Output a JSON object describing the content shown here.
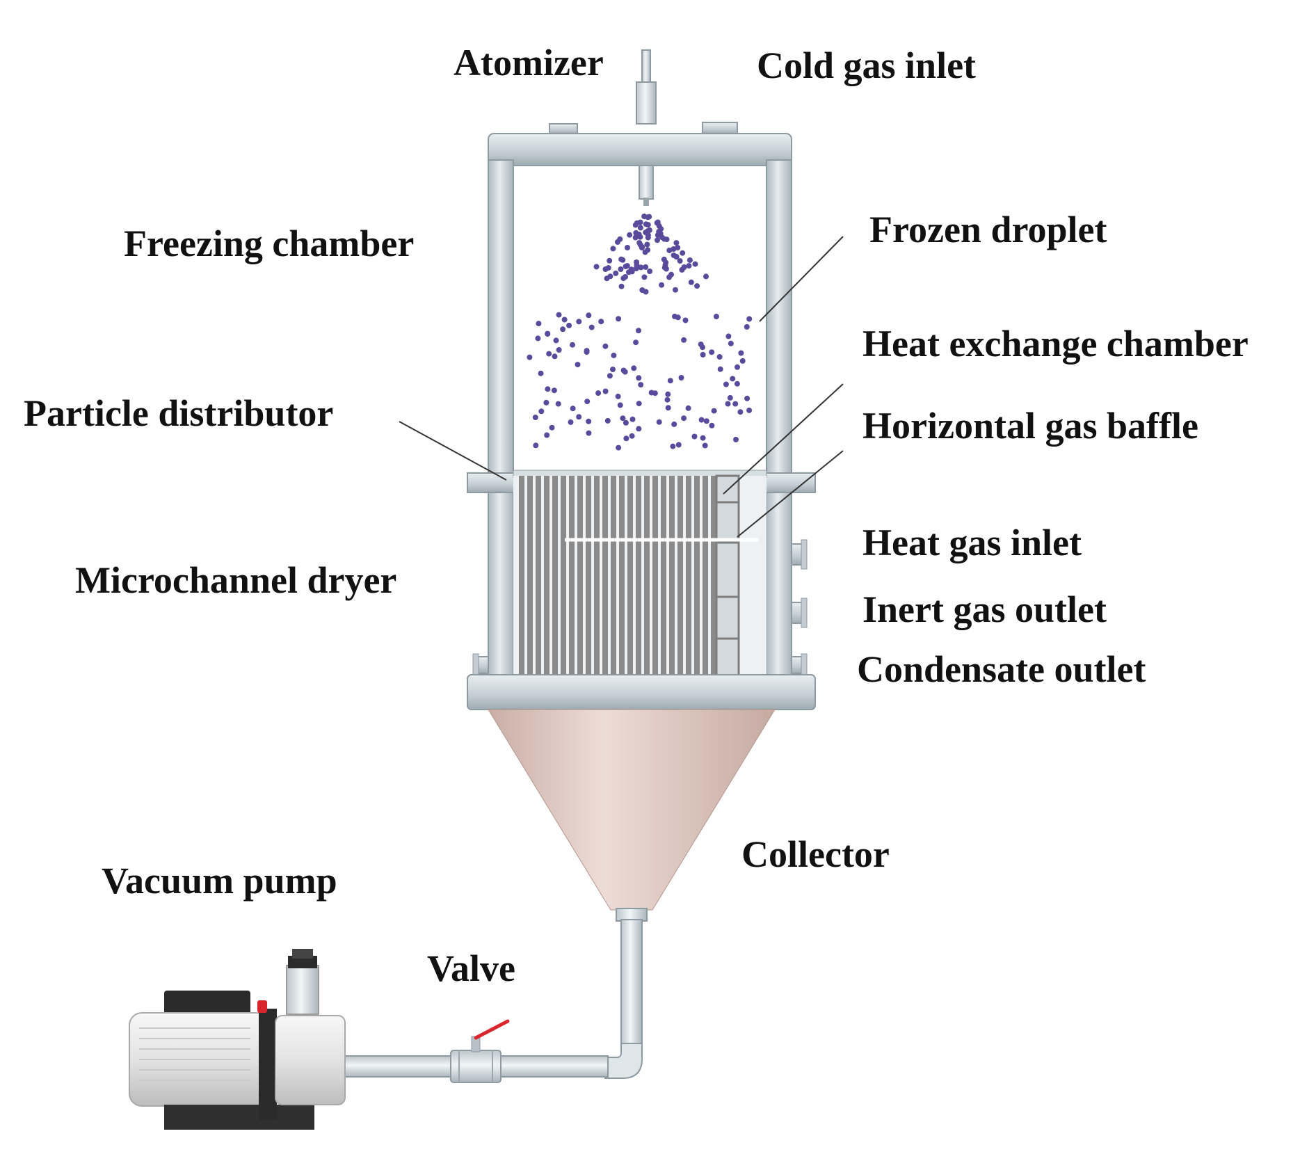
{
  "labels": {
    "atomizer": "Atomizer",
    "cold_gas_inlet": "Cold gas inlet",
    "freezing_chamber": "Freezing chamber",
    "frozen_droplet": "Frozen droplet",
    "heat_exchange_chamber": "Heat exchange chamber",
    "particle_distributor": "Particle distributor",
    "horizontal_gas_baffle": "Horizontal gas baffle",
    "heat_gas_inlet": "Heat gas inlet",
    "microchannel_dryer": "Microchannel dryer",
    "inert_gas_outlet": "Inert gas outlet",
    "condensate_outlet": "Condensate outlet",
    "collector": "Collector",
    "vacuum_pump": "Vacuum pump",
    "valve": "Valve"
  },
  "colors": {
    "vessel": "#c9d3d9",
    "vessel_stroke": "#8e9aa2",
    "channel": "#8a8a8a",
    "collector": "#d9c4bd",
    "droplet": "#5a4a9c",
    "pump_dark": "#2b2b2b",
    "valve_handle": "#d9262c"
  }
}
